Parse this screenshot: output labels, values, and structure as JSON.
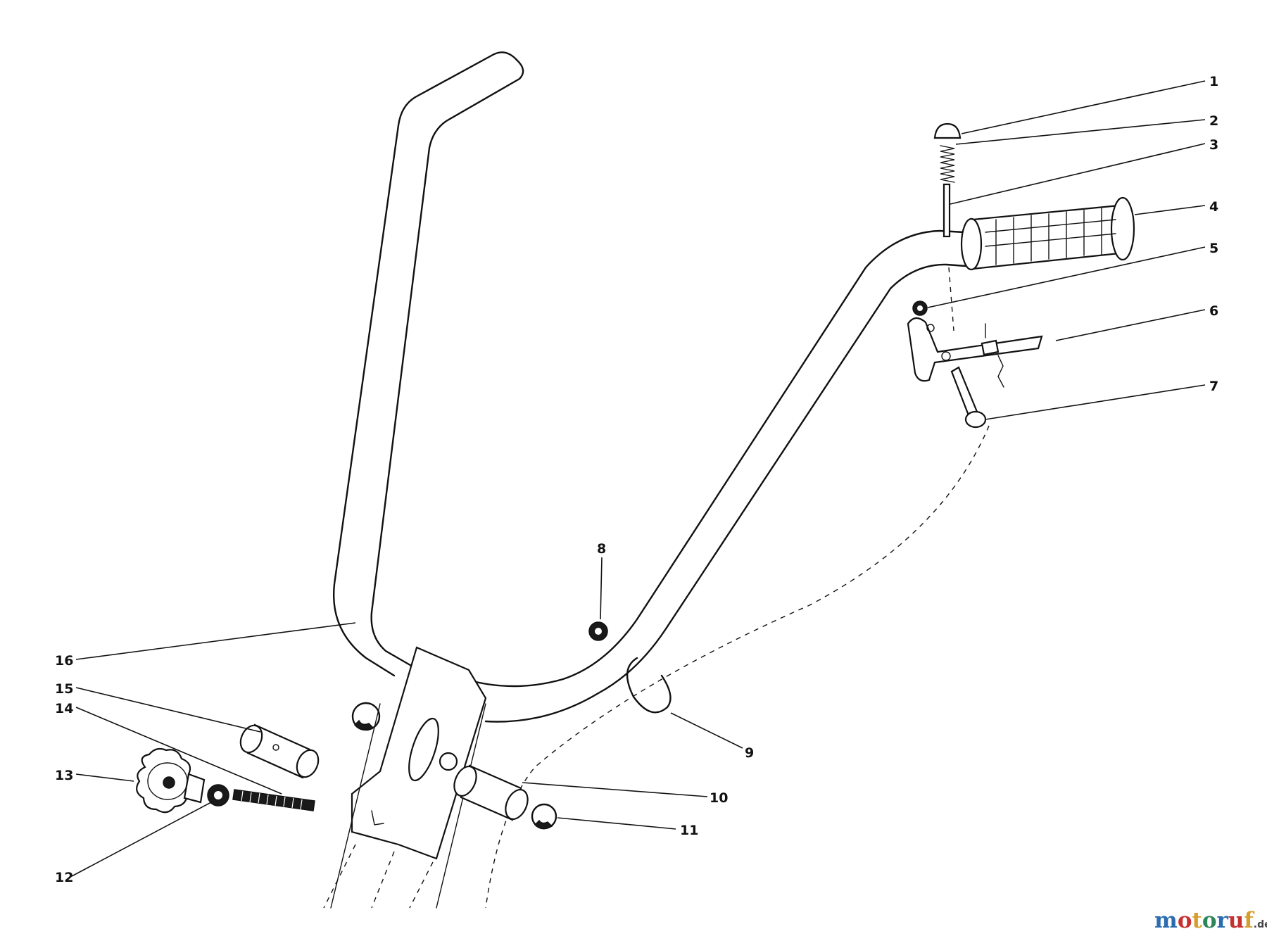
{
  "diagram": {
    "callouts": [
      {
        "id": "1",
        "label": "1"
      },
      {
        "id": "2",
        "label": "2"
      },
      {
        "id": "3",
        "label": "3"
      },
      {
        "id": "4",
        "label": "4"
      },
      {
        "id": "5",
        "label": "5"
      },
      {
        "id": "6",
        "label": "6"
      },
      {
        "id": "7",
        "label": "7"
      },
      {
        "id": "8",
        "label": "8"
      },
      {
        "id": "9",
        "label": "9"
      },
      {
        "id": "10",
        "label": "10"
      },
      {
        "id": "11",
        "label": "11"
      },
      {
        "id": "12",
        "label": "12"
      },
      {
        "id": "13",
        "label": "13"
      },
      {
        "id": "14",
        "label": "14"
      },
      {
        "id": "15",
        "label": "15"
      },
      {
        "id": "16",
        "label": "16"
      }
    ]
  },
  "watermark": {
    "letters": [
      {
        "char": "m",
        "color": "#2b6cb0"
      },
      {
        "char": "o",
        "color": "#c53030"
      },
      {
        "char": "t",
        "color": "#d69e2e"
      },
      {
        "char": "o",
        "color": "#2f855a"
      },
      {
        "char": "r",
        "color": "#2b6cb0"
      },
      {
        "char": "u",
        "color": "#c53030"
      },
      {
        "char": "f",
        "color": "#d69e2e"
      }
    ],
    "suffix": ".de"
  }
}
